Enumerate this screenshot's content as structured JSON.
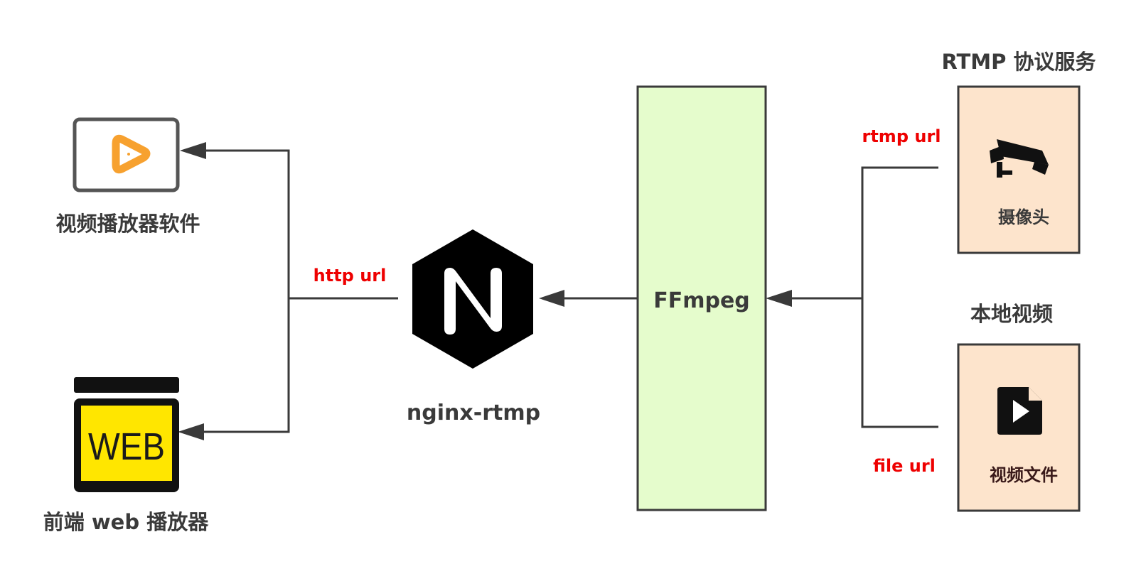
{
  "sources": {
    "rtmp_service_title": "RTMP 协议服务",
    "camera_label": "摄像头",
    "local_video_title": "本地视频",
    "video_file_label": "视频文件"
  },
  "edges": {
    "rtmp_url": "rtmp url",
    "file_url": "file url",
    "http_url": "http url"
  },
  "ffmpeg": {
    "label": "FFmpeg"
  },
  "nginx": {
    "label": "nginx-rtmp",
    "logo_letter": "N"
  },
  "outputs": {
    "player_software_label": "视频播放器软件",
    "web_player_label": "前端 web 播放器",
    "web_logo_text": "WEB"
  },
  "colors": {
    "line": "#3a3a3a",
    "edge_label": "#ee0000",
    "source_box_fill": "#fde4cc",
    "ffmpeg_fill": "#e5fccc",
    "player_icon_accent": "#f7a12f",
    "web_logo_fill": "#ffe600"
  },
  "icons": {
    "camera": "cctv-camera-icon",
    "video_file": "video-file-icon",
    "player": "play-button-icon",
    "web": "web-logo-icon",
    "nginx": "nginx-logo-icon"
  }
}
